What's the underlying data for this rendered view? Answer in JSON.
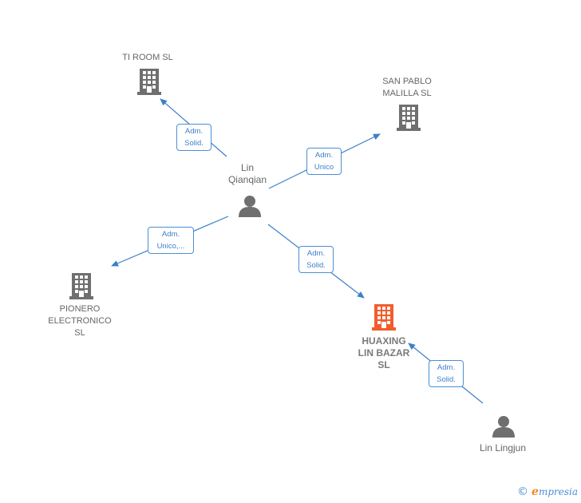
{
  "colors": {
    "edge": "#3d7fc9",
    "building": "#6f6f6f",
    "building_main": "#f25c2b",
    "person": "#6f6f6f"
  },
  "nodes": {
    "ti_room": {
      "label": "TI ROOM  SL",
      "icon": "building-icon"
    },
    "san_pablo": {
      "label": "SAN PABLO\nMALILLA  SL",
      "icon": "building-icon"
    },
    "pionero": {
      "label": "PIONERO\nELECTRONICO\nSL",
      "icon": "building-icon"
    },
    "huaxing": {
      "label": "HUAXING\nLIN BAZAR\nSL",
      "icon": "building-icon"
    },
    "lin_qianqian": {
      "label": "Lin\nQianqian",
      "icon": "person-icon"
    },
    "lin_lingjun": {
      "label": "Lin Lingjun",
      "icon": "person-icon"
    }
  },
  "edges": {
    "to_ti_room": "Adm.\nSolid.",
    "to_san_pablo": "Adm.\nUnico",
    "to_pionero": "Adm.\nUnico,...",
    "to_huaxing": "Adm.\nSolid.",
    "lingjun_to_huaxing": "Adm.\nSolid."
  },
  "brand": {
    "copyright": "©",
    "e": "e",
    "rest": "mpresia"
  }
}
